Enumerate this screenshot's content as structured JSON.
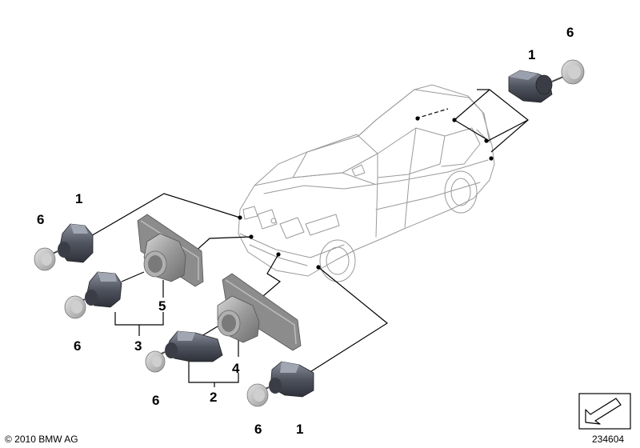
{
  "diagram": {
    "callouts": {
      "c1_top": "1",
      "c6_top": "6",
      "c1_left": "1",
      "c6_left_top": "6",
      "c5": "5",
      "c6_left_mid": "6",
      "c3": "3",
      "c4": "4",
      "c6_mid": "6",
      "c2": "2",
      "c6_bottom": "6",
      "c1_bottom": "1"
    },
    "footer": {
      "copyright": "© 2010 BMW AG",
      "diagram_number": "234604"
    },
    "colors": {
      "sensor_dark": "#4a4e5a",
      "sensor_mid": "#7d8290",
      "bracket_grey": "#8a8a8a",
      "cap_grey": "#bdbdbd",
      "car_outline": "#9a9a9a"
    }
  }
}
